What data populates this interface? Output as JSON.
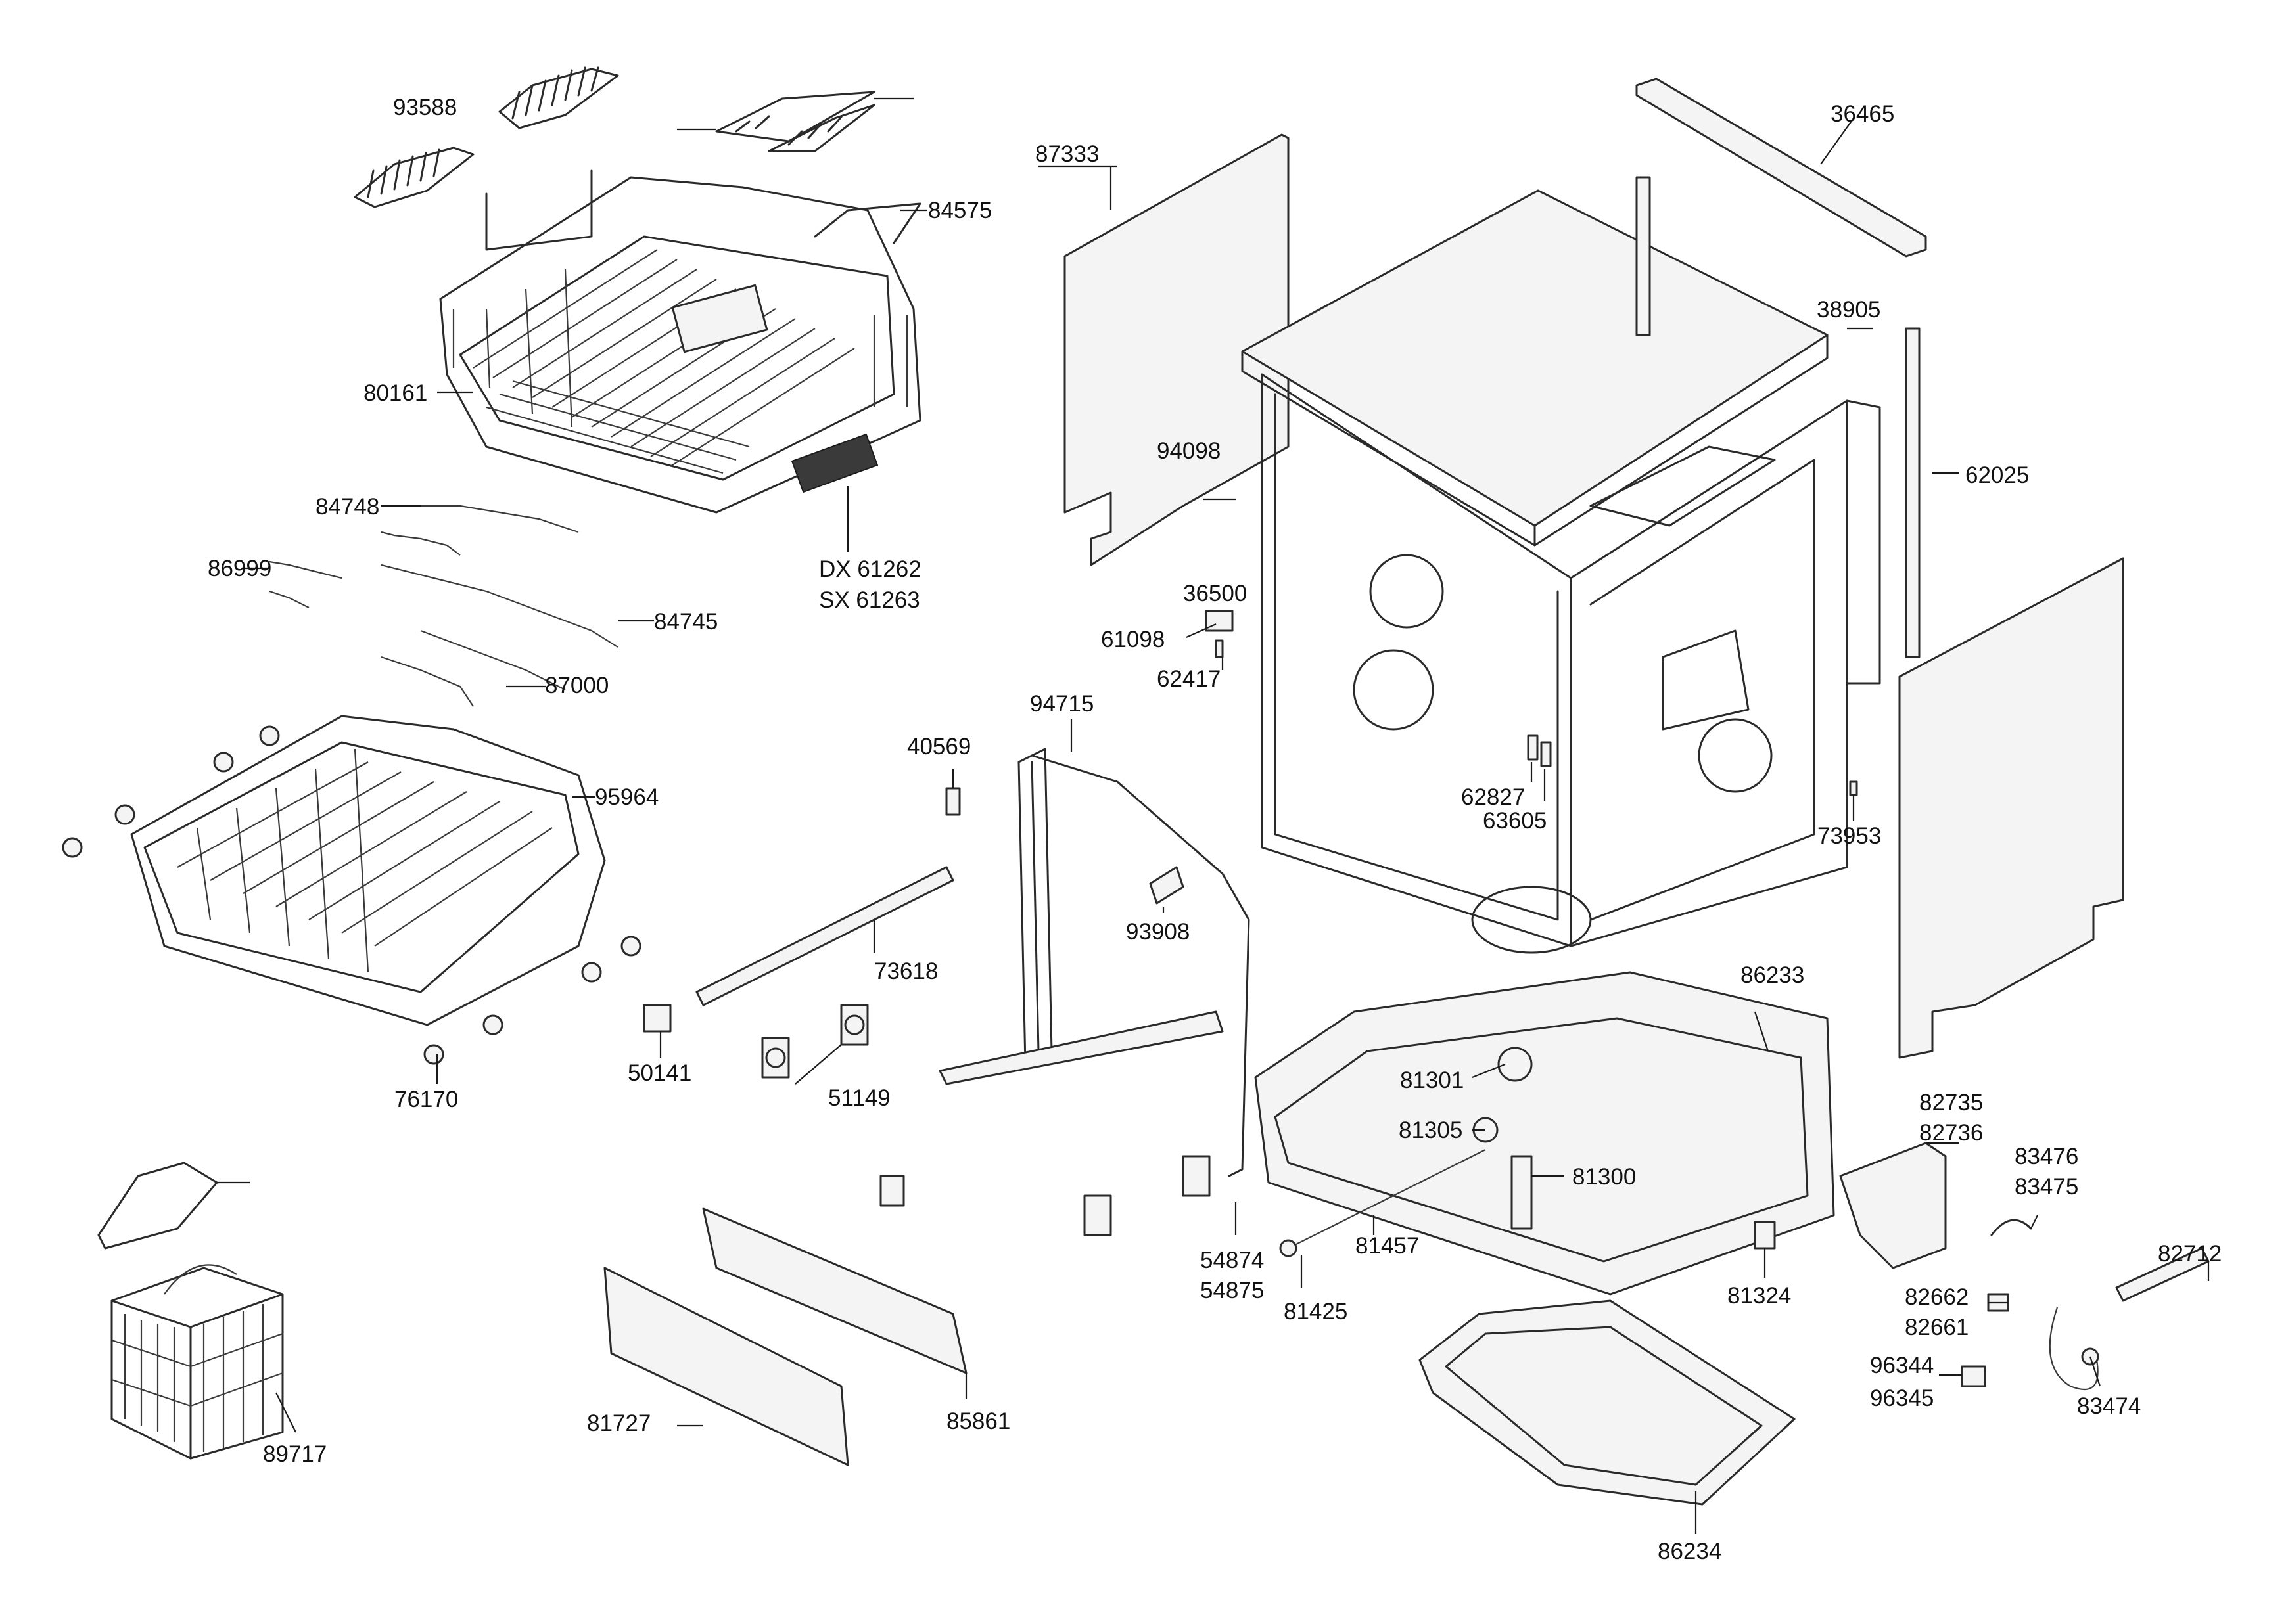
{
  "callouts": {
    "p93588": "93588",
    "p84575": "84575",
    "p80161": "80161",
    "p84748": "84748",
    "p86999": "86999",
    "p84745": "84745",
    "p87000": "87000",
    "p61262": "DX 61262",
    "p61263": "SX 61263",
    "p95964": "95964",
    "p76170": "76170",
    "p89717": "89717",
    "p87333": "87333",
    "p94098": "94098",
    "p36500": "36500",
    "p61098": "61098",
    "p62417": "62417",
    "p94715": "94715",
    "p40569": "40569",
    "p73618": "73618",
    "p50141": "50141",
    "p51149": "51149",
    "p93908": "93908",
    "p81727": "81727",
    "p85861": "85861",
    "p54874": "54874",
    "p54875": "54875",
    "p81425": "81425",
    "p81457": "81457",
    "p81301": "81301",
    "p81305": "81305",
    "p81300": "81300",
    "p86233": "86233",
    "p81324": "81324",
    "p86234": "86234",
    "p36465": "36465",
    "p38905": "38905",
    "p62025": "62025",
    "p62827": "62827",
    "p63605": "63605",
    "p73953": "73953",
    "p82735": "82735",
    "p82736": "82736",
    "p83476": "83476",
    "p83475": "83475",
    "p82712": "82712",
    "p82662": "82662",
    "p82661": "82661",
    "p96344": "96344",
    "p96345": "96345",
    "p83474": "83474"
  }
}
